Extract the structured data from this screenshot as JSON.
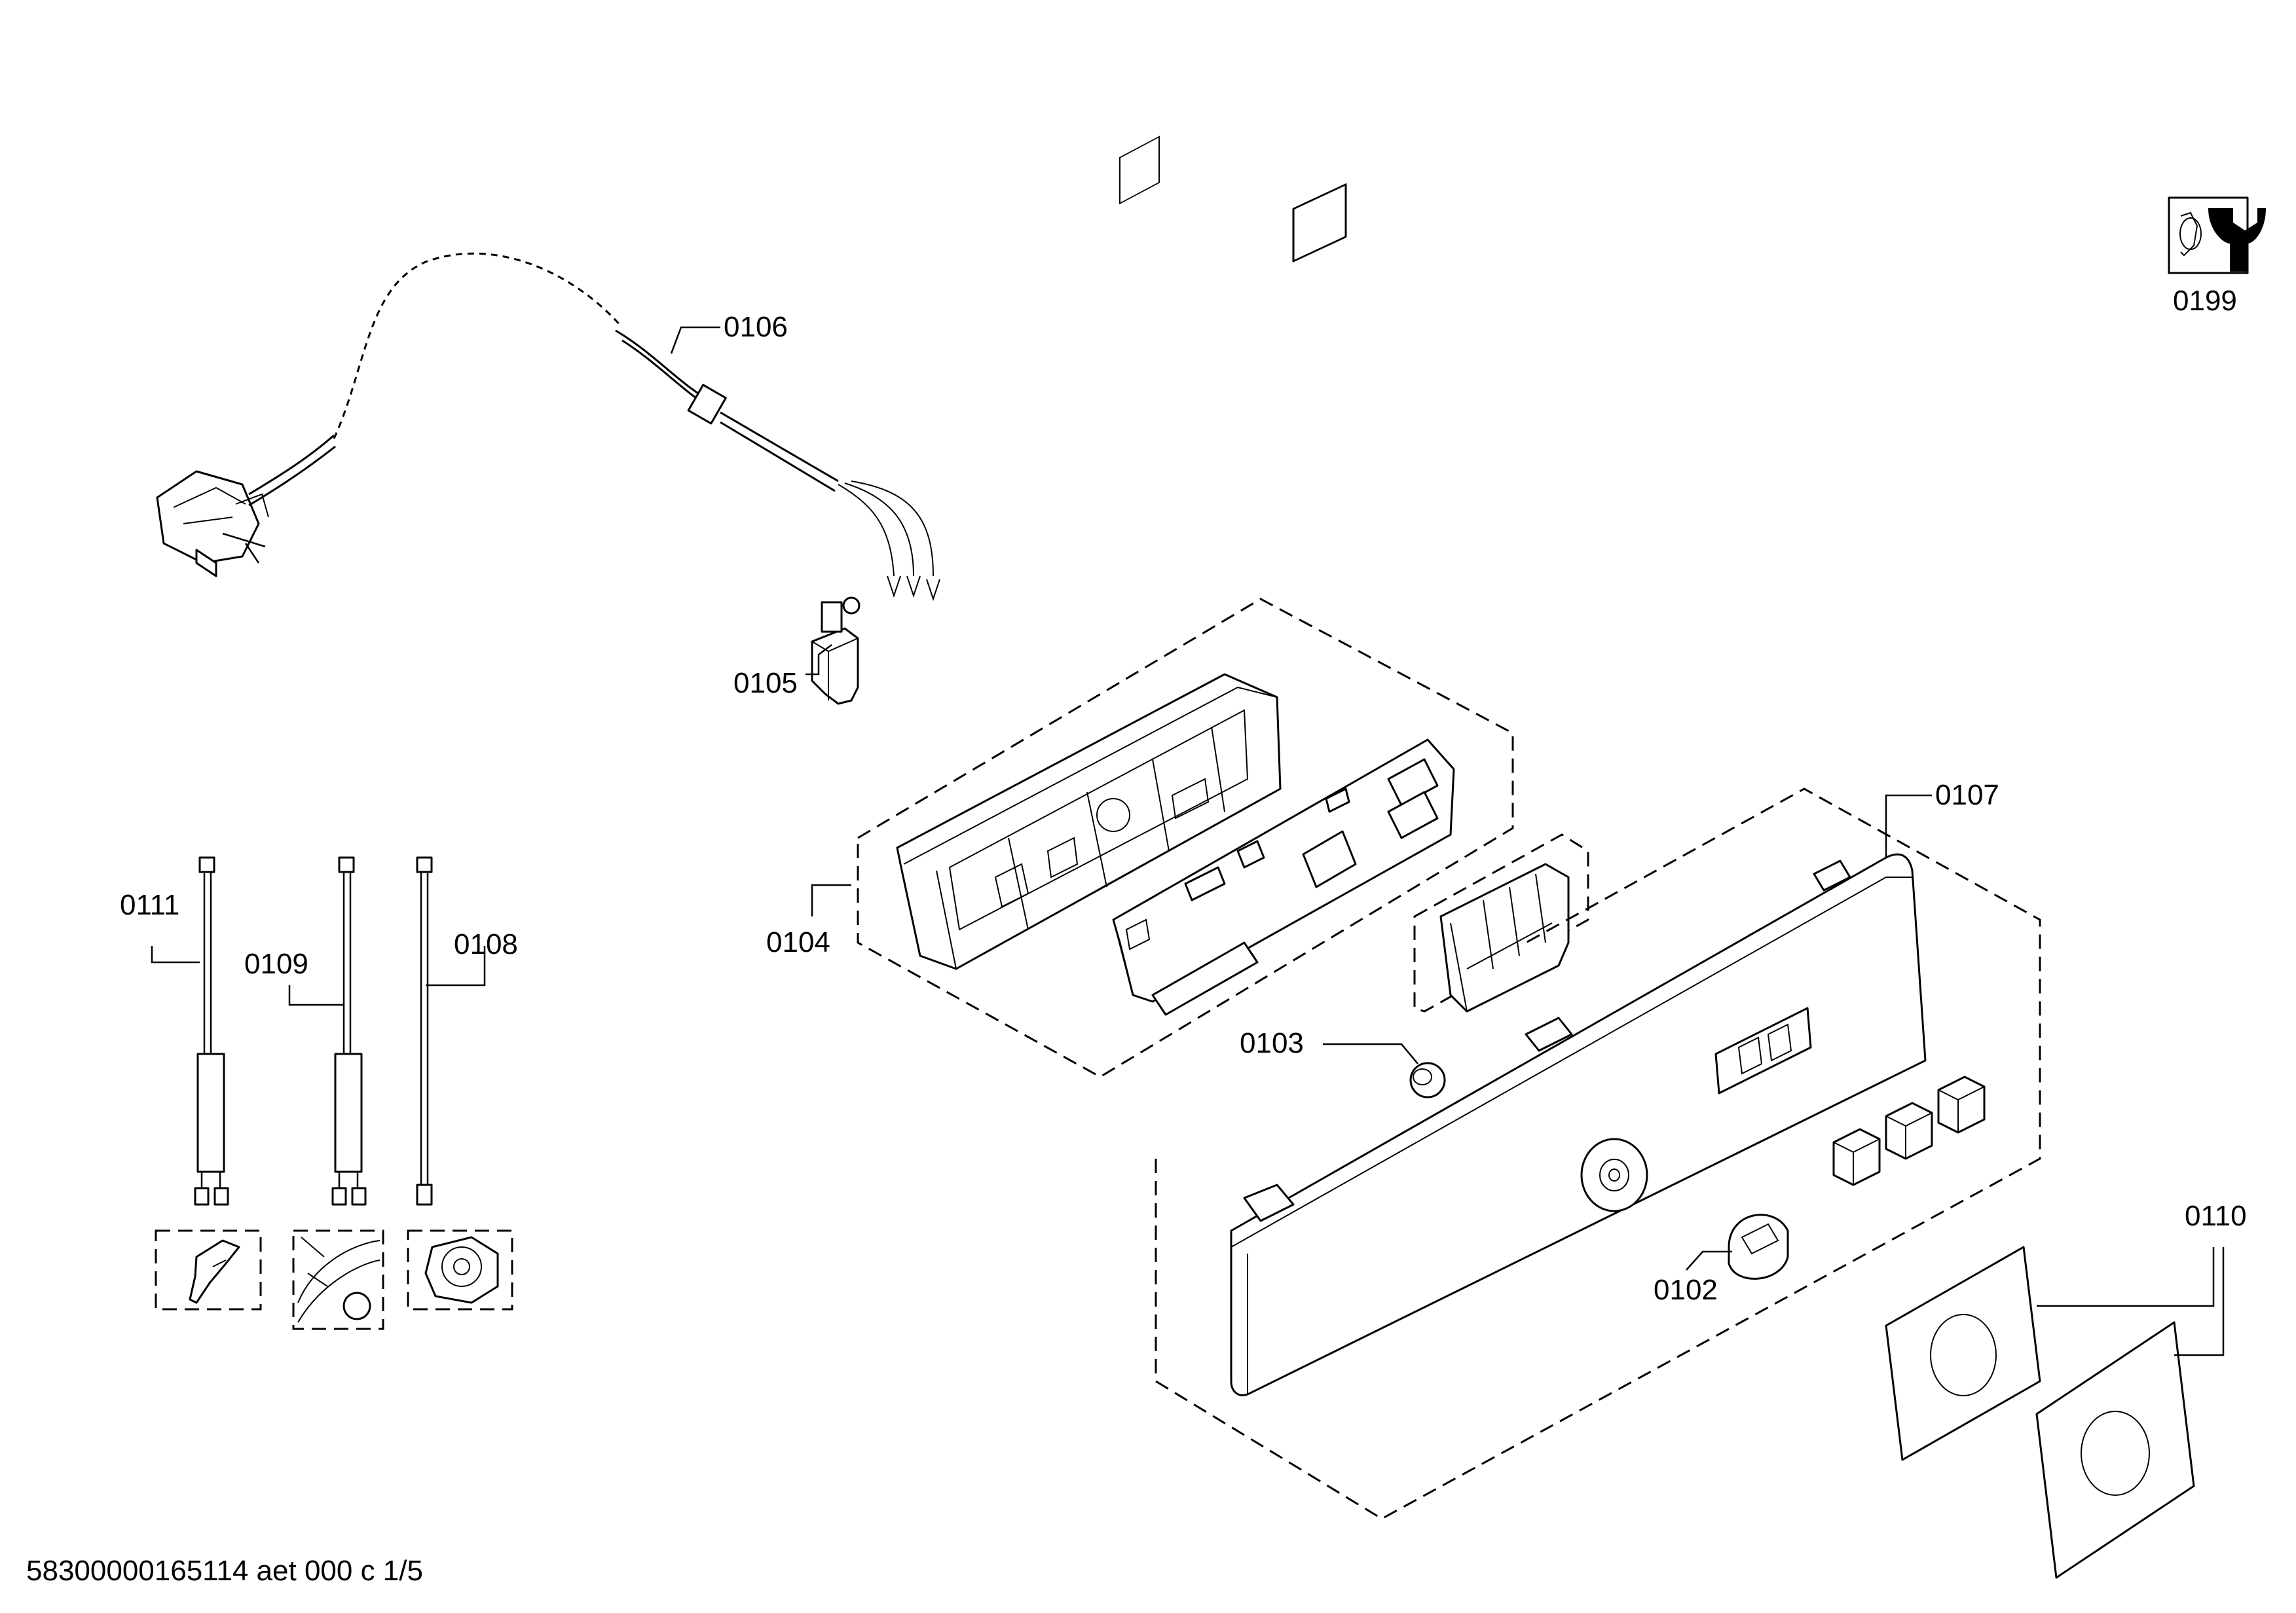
{
  "parts": [
    {
      "id": "0106",
      "label": "0106"
    },
    {
      "id": "0105",
      "label": "0105"
    },
    {
      "id": "0104",
      "label": "0104"
    },
    {
      "id": "0103",
      "label": "0103"
    },
    {
      "id": "0102",
      "label": "0102"
    },
    {
      "id": "0107",
      "label": "0107"
    },
    {
      "id": "0110",
      "label": "0110"
    },
    {
      "id": "0111",
      "label": "0111"
    },
    {
      "id": "0109",
      "label": "0109"
    },
    {
      "id": "0108",
      "label": "0108"
    },
    {
      "id": "0199",
      "label": "0199"
    }
  ],
  "footer": {
    "text": "58300000165114 aet 000 c 1/5"
  },
  "icons": {
    "tool": "wrench-nut-icon"
  }
}
